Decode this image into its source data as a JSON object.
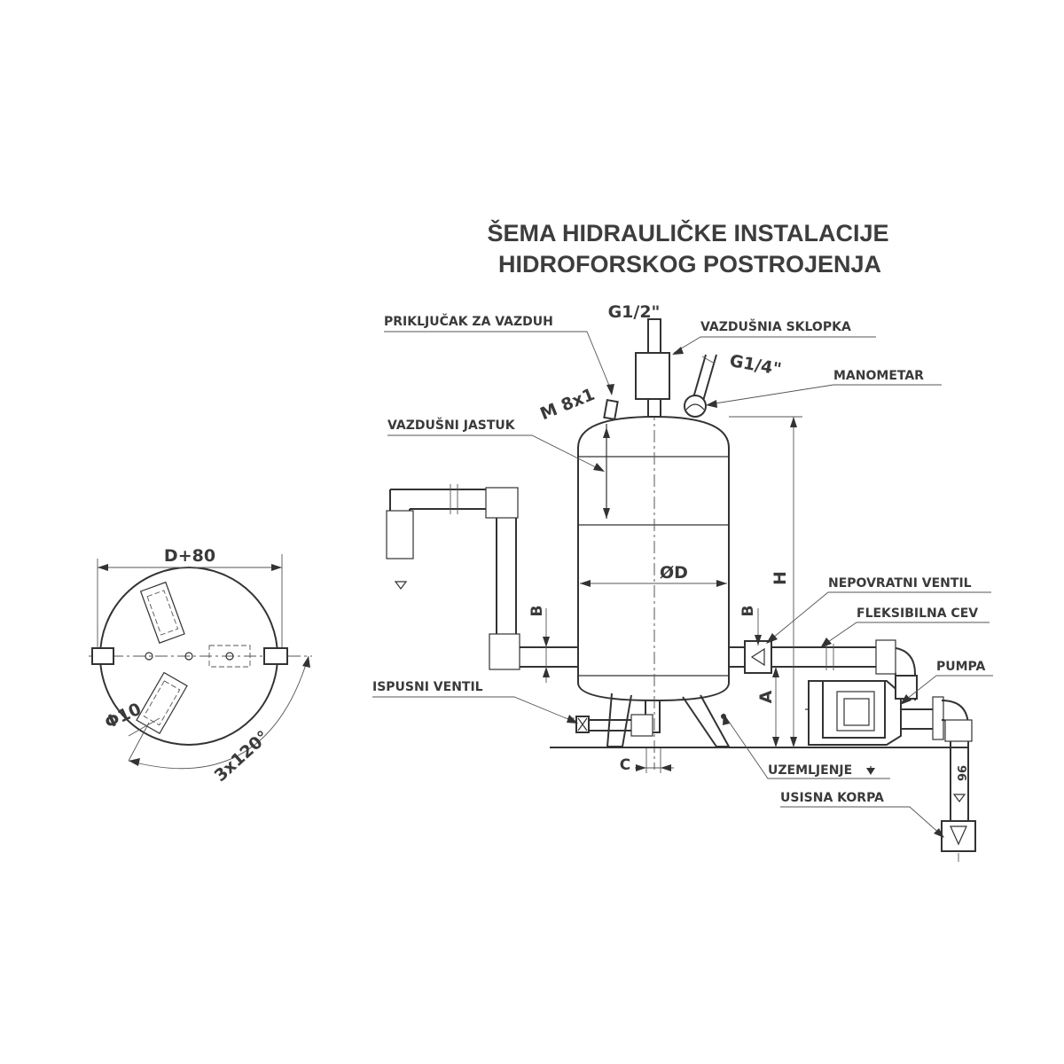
{
  "title": {
    "line1": "ŠEMA HIDRAULIČKE INSTALACIJE",
    "line2": "HIDROFORSKOG POSTROJENJA"
  },
  "labels": {
    "air_connection": "PRIKLJUČAK ZA VAZDUH",
    "g12": "G1/2\"",
    "air_switch": "VAZDUŠNIA SKLOPKA",
    "g14": "G1/4\"",
    "manometer": "MANOMETAR",
    "m8x1": "M 8x1",
    "air_cushion": "VAZDUŠNI JASTUK",
    "od": "ØD",
    "h": "H",
    "check_valve": "NEPOVRATNI VENTIL",
    "flex_hose": "FLEKSIBILNA CEV",
    "pump": "PUMPA",
    "b_left": "B",
    "b_right": "B",
    "a": "A",
    "drain_valve": "ISPUSNI VENTIL",
    "c": "C",
    "grounding": "UZEMLJENJE",
    "suction_basket": "USISNA KORPA",
    "d80": "D+80",
    "phi10": "Φ10",
    "angle": "3x120°",
    "depth_mark": "96"
  }
}
